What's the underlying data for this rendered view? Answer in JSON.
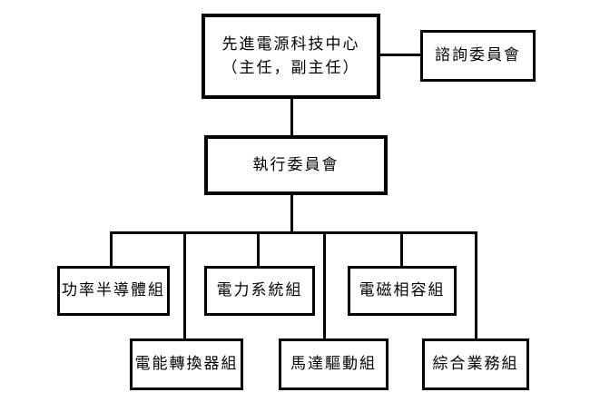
{
  "org_chart": {
    "center_node": {
      "line1": "先進電源科技中心",
      "line2": "（主任，副主任）"
    },
    "advisory_node": {
      "label": "諮詢委員會"
    },
    "executive_node": {
      "label": "執行委員會"
    },
    "groups": [
      {
        "label": "功率半導體組"
      },
      {
        "label": "電力系統組"
      },
      {
        "label": "電磁相容組"
      },
      {
        "label": "電能轉換器組"
      },
      {
        "label": "馬達驅動組"
      },
      {
        "label": "綜合業務組"
      }
    ],
    "colors": {
      "line": "#000000",
      "background": "#ffffff",
      "text": "#000000"
    }
  }
}
